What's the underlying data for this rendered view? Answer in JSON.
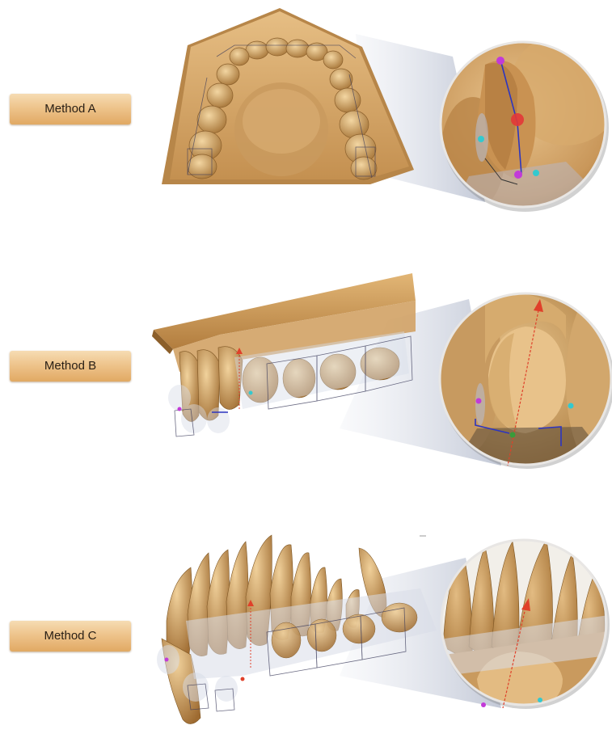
{
  "methods": [
    {
      "label": "Method A"
    },
    {
      "label": "Method B"
    },
    {
      "label": "Method C"
    }
  ],
  "colors": {
    "tooth": "#d9ad6e",
    "tooth_shade": "#a87a3e",
    "label_top": "#f6dcb3",
    "label_bottom": "#e1a963",
    "axis_red": "#e0402a",
    "axis_blue": "#2c35c0",
    "marker_magenta": "#c23ad8",
    "marker_cyan": "#33c9cf"
  },
  "icons": [
    "zoom-magnifier-circle",
    "axis-arrow",
    "landmark-point"
  ]
}
